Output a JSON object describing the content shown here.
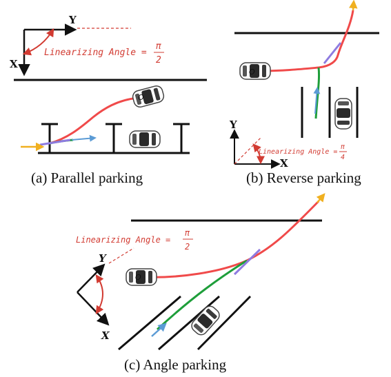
{
  "panels": [
    {
      "caption": "(a) Parallel parking",
      "axes": {
        "first": "Y",
        "second": "X"
      },
      "angle": {
        "label": "Linearizing Angle =",
        "num": "π",
        "den": "2"
      },
      "origin": "O"
    },
    {
      "caption": "(b) Reverse parking",
      "axes": {
        "first": "Y",
        "second": "X"
      },
      "angle": {
        "label": "Linearizing Angle =",
        "num": "π",
        "den": "4"
      },
      "origin": "O"
    },
    {
      "caption": "(c) Angle parking",
      "axes": {
        "first": "Y",
        "second": "X"
      },
      "angle": {
        "label": "Linearizing Angle =",
        "num": "π",
        "den": "2"
      },
      "origin": "O"
    }
  ],
  "colors": {
    "path_red": "#f04a4a",
    "path_green": "#1e9e3a",
    "arrow_blue": "#5b9bd5",
    "arrow_orange": "#f0b020",
    "angle_red": "#d23b32",
    "marker_purple": "#8e7be0"
  }
}
